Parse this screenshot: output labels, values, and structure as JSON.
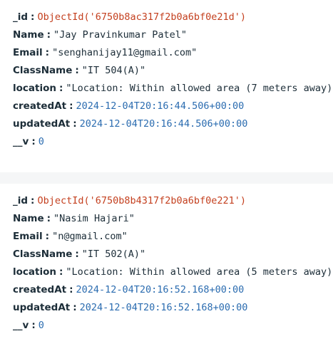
{
  "documents": [
    {
      "id_key": "_id",
      "id_value": "ObjectId('6750b8ac317f2b0a6bf0e21d')",
      "name_key": "Name",
      "name_value": "\"Jay Pravinkumar Patel\"",
      "email_key": "Email",
      "email_value": "\"senghanijay11@gmail.com\"",
      "class_key": "ClassName",
      "class_value": "\"IT 504(A)\"",
      "location_key": "location",
      "location_value": "\"Location: Within allowed area (7 meters away)\"",
      "created_key": "createdAt",
      "created_value": "2024-12-04T20:16:44.506+00:00",
      "updated_key": "updatedAt",
      "updated_value": "2024-12-04T20:16:44.506+00:00",
      "v_key": "__v",
      "v_value": "0"
    },
    {
      "id_key": "_id",
      "id_value": "ObjectId('6750b8b4317f2b0a6bf0e221')",
      "name_key": "Name",
      "name_value": "\"Nasim Hajari\"",
      "email_key": "Email",
      "email_value": "\"n@gmail.com\"",
      "class_key": "ClassName",
      "class_value": "\"IT 502(A)\"",
      "location_key": "location",
      "location_value": "\"Location: Within allowed area (5 meters away)\"",
      "created_key": "createdAt",
      "created_value": "2024-12-04T20:16:52.168+00:00",
      "updated_key": "updatedAt",
      "updated_value": "2024-12-04T20:16:52.168+00:00",
      "v_key": "__v",
      "v_value": "0"
    }
  ],
  "separator": ":",
  "colors": {
    "key": "#1c2d38",
    "object_id": "#c4401f",
    "string": "#1c2d38",
    "date": "#2b6cb0",
    "number": "#2b6cb0"
  }
}
